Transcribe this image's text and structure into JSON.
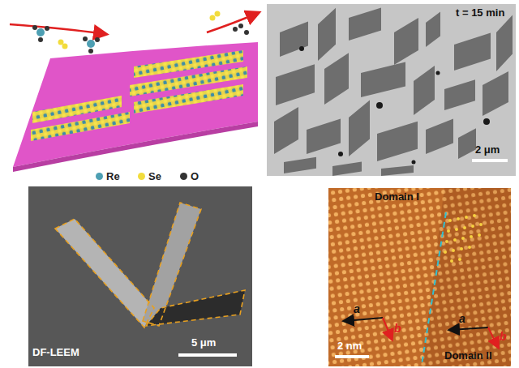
{
  "diagram": {
    "labels": [
      "t = 15 min",
      "2 μm",
      "DF-LEEM",
      "5 μm",
      "Domain I",
      "a",
      "b",
      "a",
      "b",
      "Domain II",
      "2 nm"
    ],
    "legend": [
      {
        "text": "Re",
        "color": "#4d9fb3"
      },
      {
        "text": "Se",
        "color": "#f2dc3c"
      },
      {
        "text": "O",
        "color": "#333333"
      }
    ]
  }
}
